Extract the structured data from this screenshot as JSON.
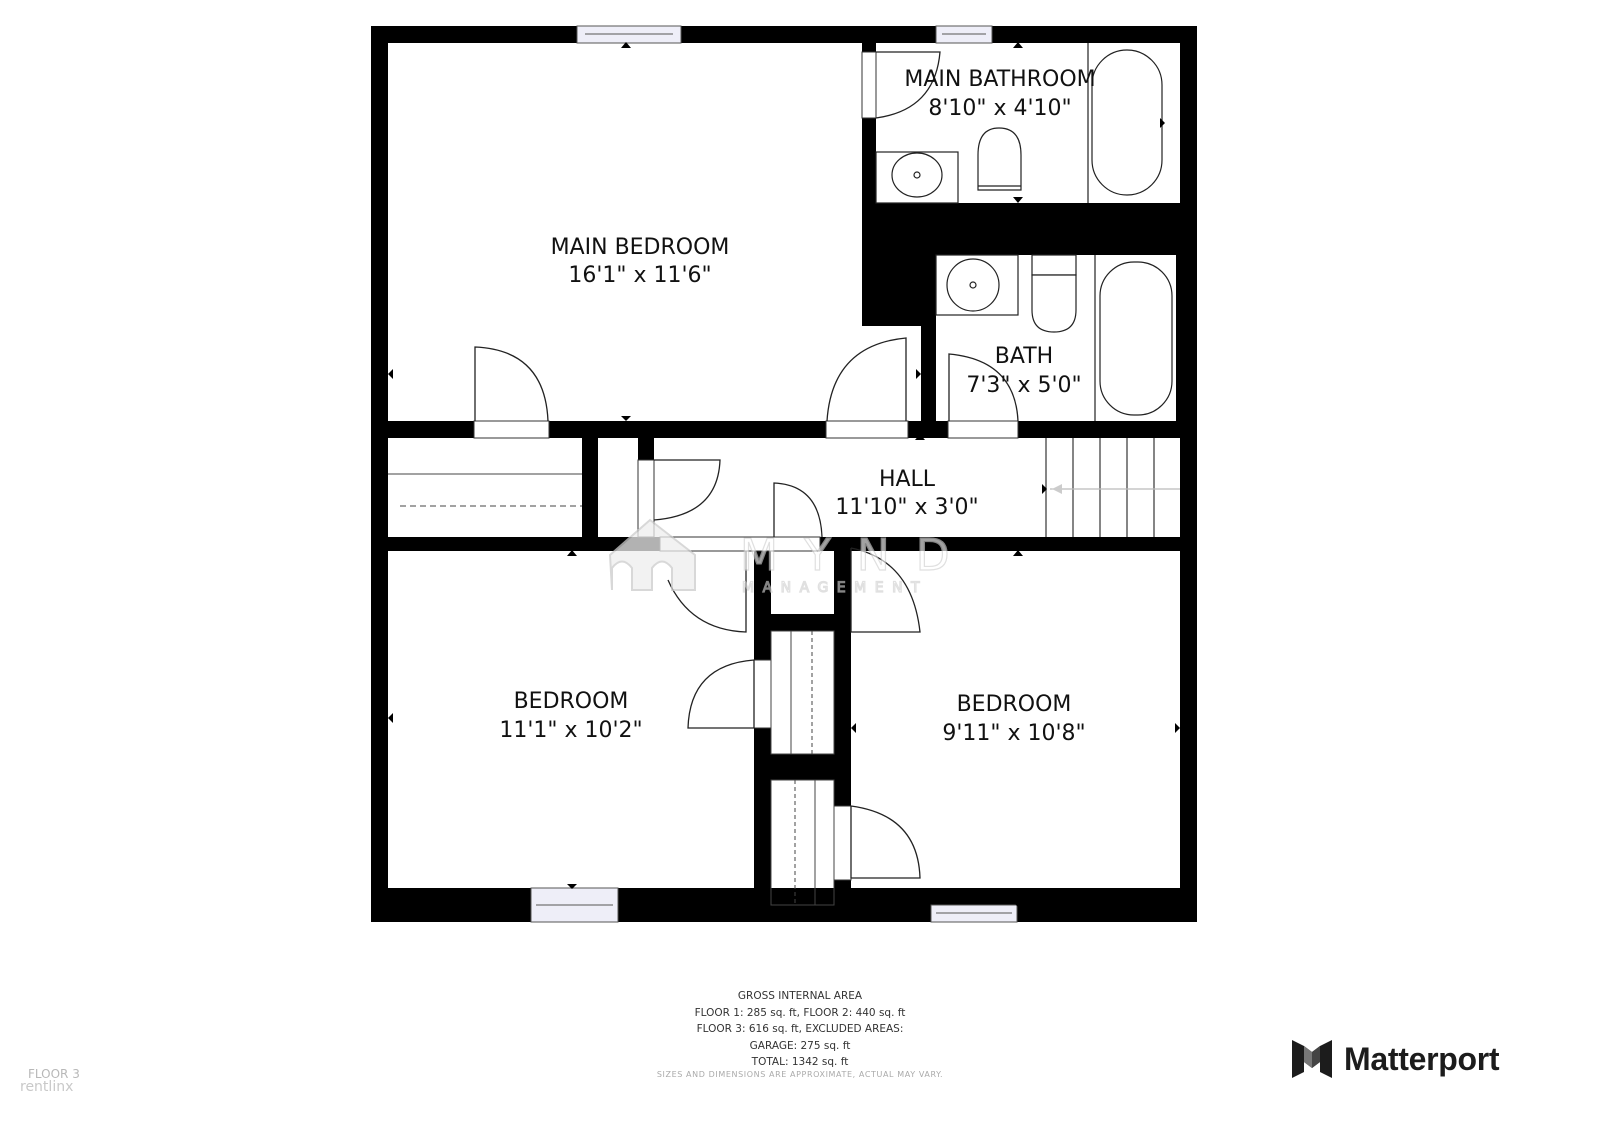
{
  "rooms": [
    {
      "name": "MAIN BEDROOM",
      "dims": "16'1\" x 11'6\""
    },
    {
      "name": "MAIN BATHROOM",
      "dims": "8'10\" x 4'10\""
    },
    {
      "name": "BATH",
      "dims": "7'3\" x 5'0\""
    },
    {
      "name": "HALL",
      "dims": "11'10\" x 3'0\""
    },
    {
      "name": "BEDROOM",
      "dims": "11'1\" x 10'2\""
    },
    {
      "name": "BEDROOM",
      "dims": "9'11\" x 10'8\""
    }
  ],
  "area_summary": {
    "title": "GROSS INTERNAL AREA",
    "line1": "FLOOR 1: 285 sq. ft, FLOOR 2: 440 sq. ft",
    "line2": "FLOOR 3: 616 sq. ft, EXCLUDED AREAS:",
    "line3": "GARAGE: 275 sq. ft",
    "line4": "TOTAL: 1342 sq. ft",
    "disclaimer": "SIZES AND DIMENSIONS ARE APPROXIMATE, ACTUAL MAY VARY."
  },
  "floor_label": "FLOOR 3",
  "source_watermark": "rentlinx",
  "watermark": {
    "line1": "MYND",
    "line2": "MANAGEMENT"
  },
  "brand": {
    "name": "Matterport",
    "icon": "matterport-logo-icon"
  },
  "colors": {
    "wall": "#000000",
    "window_fill": "#eeeef8",
    "text": "#111111"
  }
}
